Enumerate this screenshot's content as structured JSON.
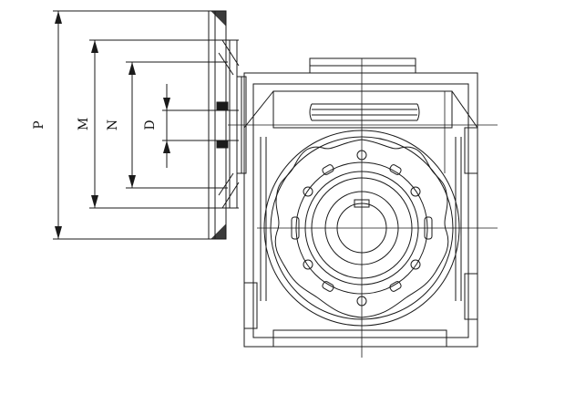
{
  "drawing": {
    "labels": {
      "p": "P",
      "m": "M",
      "n": "N",
      "d": "D"
    },
    "colors": {
      "line": "#1a1a1a",
      "background": "#ffffff"
    }
  }
}
